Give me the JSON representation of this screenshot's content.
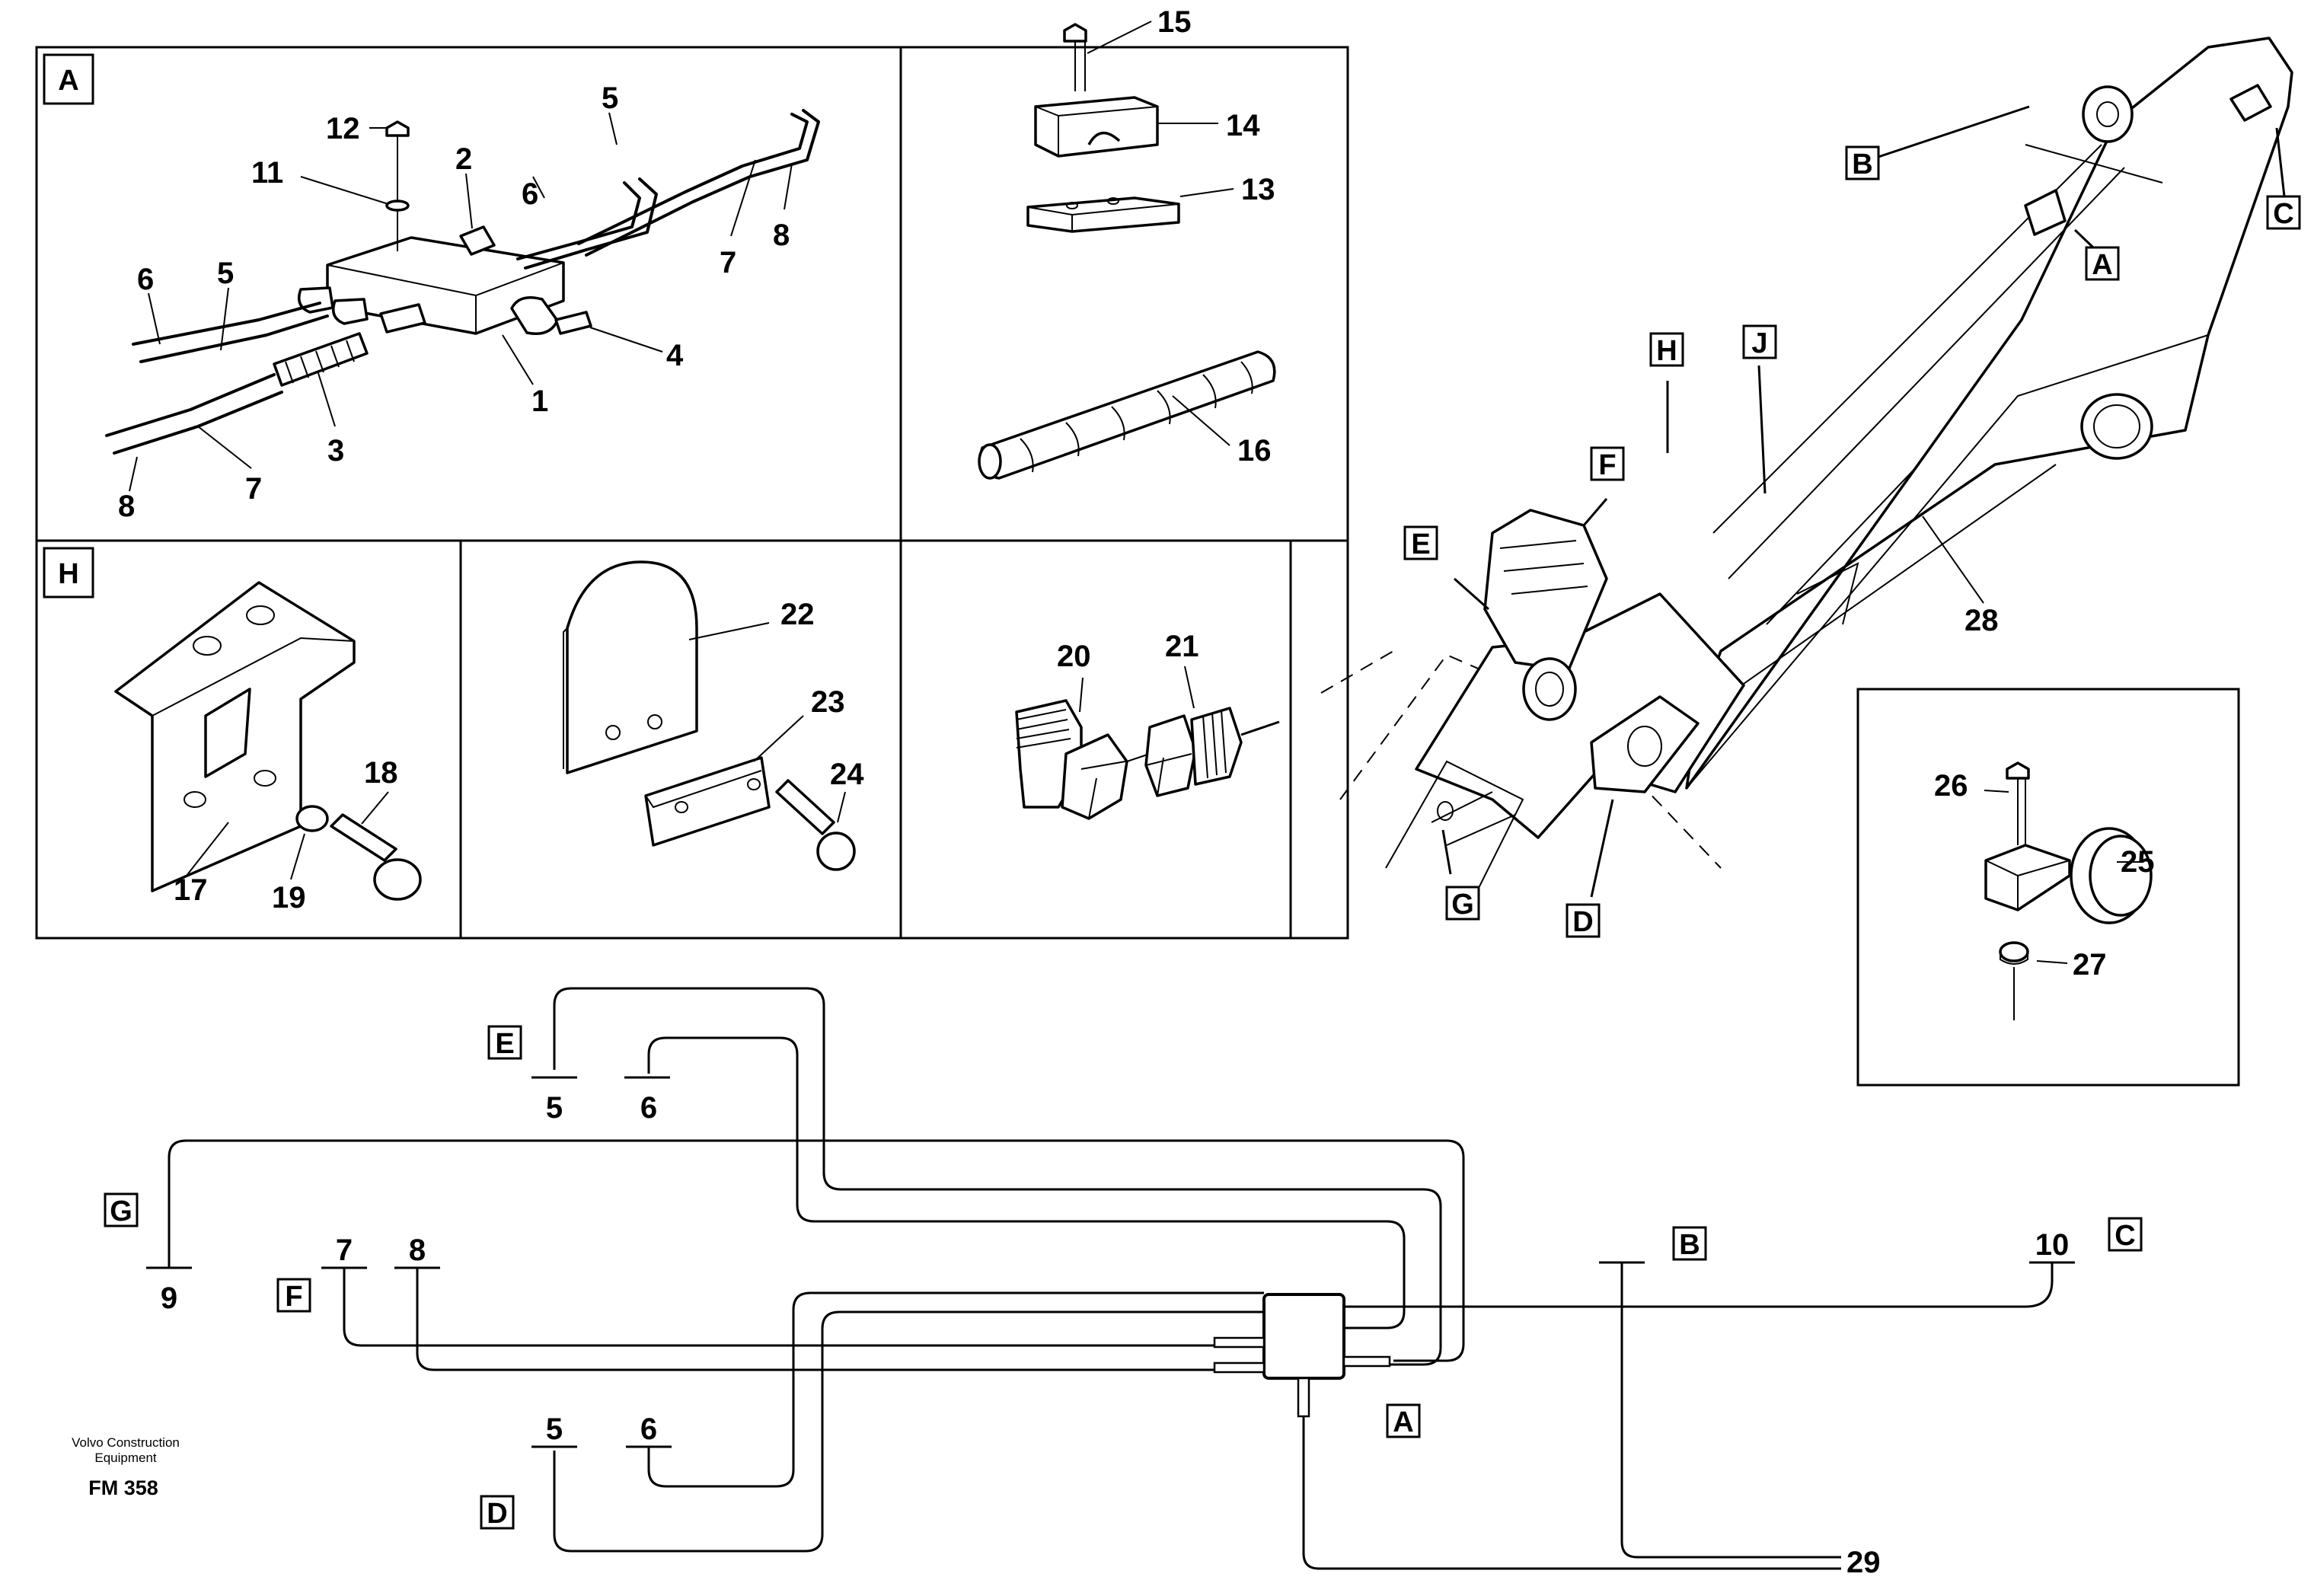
{
  "panels": {
    "a": {
      "tag": "A",
      "labels": [
        "12",
        "5",
        "2",
        "11",
        "6",
        "7",
        "8",
        "6",
        "5",
        "4",
        "1",
        "3",
        "7",
        "8"
      ]
    },
    "clamp": {
      "labels": [
        "15",
        "14",
        "13",
        "16"
      ]
    },
    "h": {
      "tag": "H",
      "labels": [
        "18",
        "17",
        "19"
      ]
    },
    "plate": {
      "labels": [
        "22",
        "23",
        "24"
      ]
    },
    "fitting": {
      "labels": [
        "20",
        "21"
      ]
    },
    "bracket": {
      "labels": [
        "26",
        "25",
        "27"
      ]
    }
  },
  "boom": {
    "markers": [
      "B",
      "A",
      "C",
      "H",
      "J",
      "F",
      "E",
      "G",
      "D"
    ],
    "labels": [
      "28"
    ]
  },
  "schematic": {
    "markers": [
      "E",
      "G",
      "F",
      "B",
      "C",
      "A",
      "D"
    ],
    "labels": [
      "5",
      "6",
      "9",
      "7",
      "8",
      "10",
      "5",
      "6",
      "29"
    ]
  },
  "footer": {
    "brand_line1": "Volvo Construction",
    "brand_line2": "Equipment",
    "code": "FM 358"
  }
}
